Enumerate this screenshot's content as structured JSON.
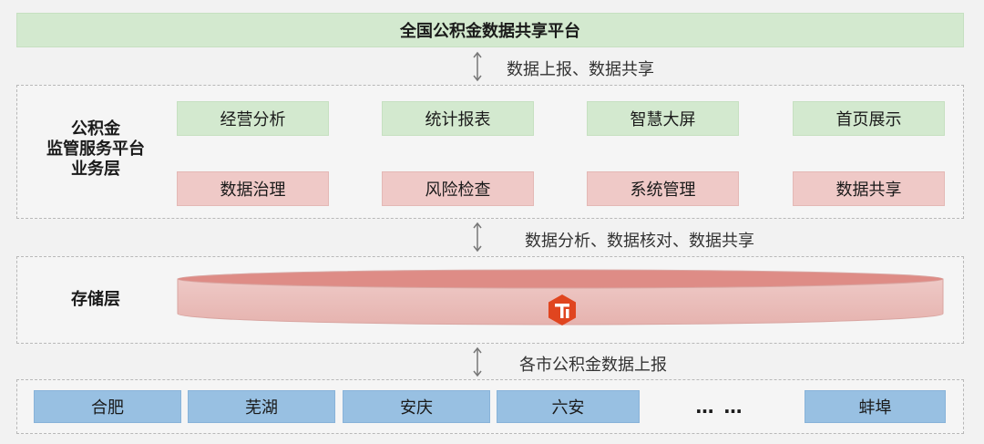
{
  "top_platform": "全国公积金数据共享平台",
  "arrows": {
    "a1": "数据上报、数据共享",
    "a2": "数据分析、数据核对、数据共享",
    "a3": "各市公积金数据上报"
  },
  "business_layer": {
    "label_lines": [
      "公积金",
      "监管服务平台",
      "业务层"
    ],
    "row1": [
      "经营分析",
      "统计报表",
      "智慧大屏",
      "首页展示"
    ],
    "row2": [
      "数据治理",
      "风险检查",
      "系统管理",
      "数据共享"
    ]
  },
  "storage_layer": {
    "label": "存储层",
    "logo_icon": "database-logo-icon"
  },
  "cities": {
    "items": [
      "合肥",
      "芜湖",
      "安庆",
      "六安"
    ],
    "ellipsis": "…  …",
    "last": "蚌埠"
  },
  "colors": {
    "green": "#d3e9cf",
    "pink": "#efc9c7",
    "blue": "#98c0e2",
    "logo": "#e0451f"
  }
}
